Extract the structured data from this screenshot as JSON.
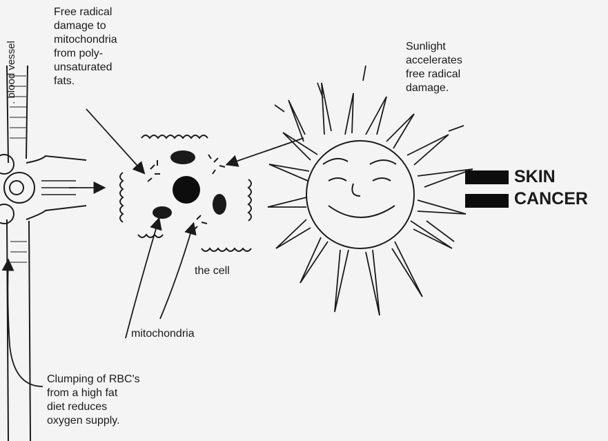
{
  "labels": {
    "free_radical": "Free radical\ndamage to\nmitochondria\nfrom poly-\nunsaturated\nfats.",
    "sunlight": "Sunlight\naccelerates\nfree radical\ndamage.",
    "clumping": "Clumping of RBC's\nfrom a high fat\ndiet reduces\noxygen supply.",
    "the_cell": "the cell",
    "mitochondria": "mitochondria",
    "blood_vessel": ". blood vessel"
  },
  "heading": {
    "line1": "SKIN",
    "line2": "CANCER"
  },
  "colors": {
    "ink": "#1a1a1a",
    "background": "#f4f4f4",
    "bar": "#0d0d0d"
  }
}
